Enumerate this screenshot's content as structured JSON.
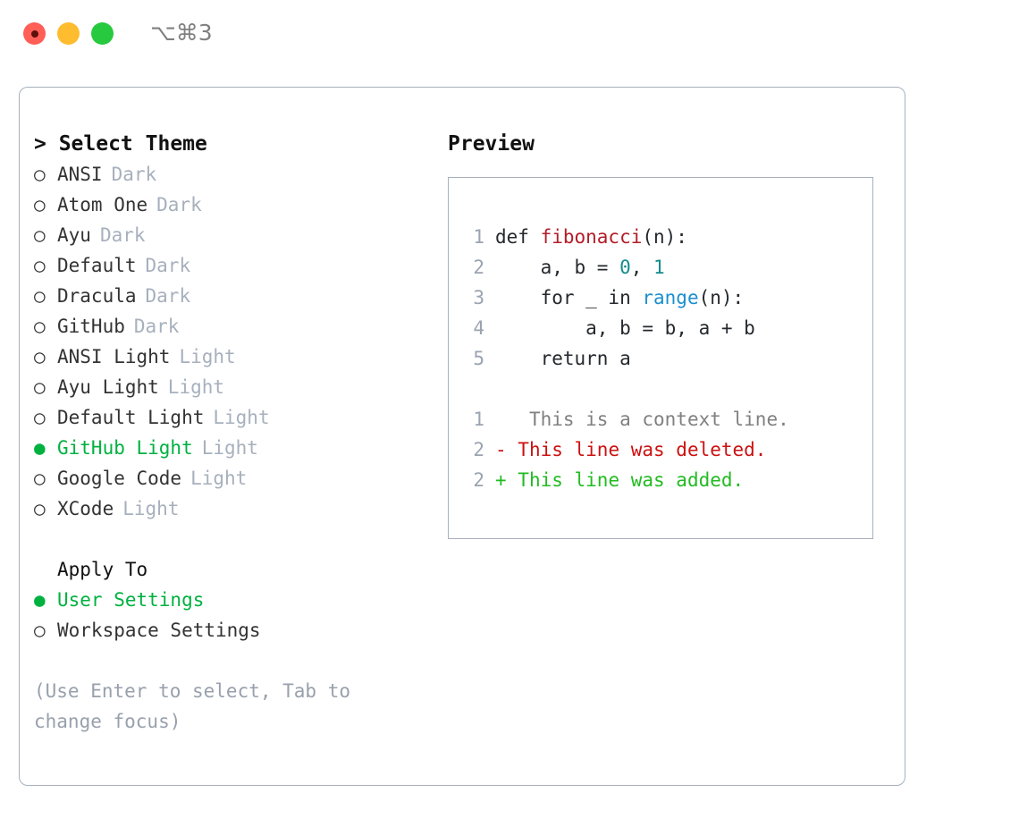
{
  "titlebar": {
    "shortcut": "⌥⌘3",
    "lights": [
      "close-red",
      "minimize-yellow",
      "maximize-green"
    ]
  },
  "theme_picker": {
    "header": "> Select Theme",
    "items": [
      {
        "marker": "○",
        "name": "ANSI",
        "tag": "Dark",
        "selected": false
      },
      {
        "marker": "○",
        "name": "Atom One",
        "tag": "Dark",
        "selected": false
      },
      {
        "marker": "○",
        "name": "Ayu",
        "tag": "Dark",
        "selected": false
      },
      {
        "marker": "○",
        "name": "Default",
        "tag": "Dark",
        "selected": false
      },
      {
        "marker": "○",
        "name": "Dracula",
        "tag": "Dark",
        "selected": false
      },
      {
        "marker": "○",
        "name": "GitHub",
        "tag": "Dark",
        "selected": false
      },
      {
        "marker": "○",
        "name": "ANSI Light",
        "tag": "Light",
        "selected": false
      },
      {
        "marker": "○",
        "name": "Ayu Light",
        "tag": "Light",
        "selected": false
      },
      {
        "marker": "○",
        "name": "Default Light",
        "tag": "Light",
        "selected": false
      },
      {
        "marker": "●",
        "name": "GitHub Light",
        "tag": "Light",
        "selected": true
      },
      {
        "marker": "○",
        "name": "Google Code",
        "tag": "Light",
        "selected": false
      },
      {
        "marker": "○",
        "name": "XCode",
        "tag": "Light",
        "selected": false
      }
    ]
  },
  "apply_to": {
    "header": "Apply To",
    "options": [
      {
        "marker": "●",
        "name": "User Settings",
        "selected": true
      },
      {
        "marker": "○",
        "name": "Workspace Settings",
        "selected": false
      }
    ]
  },
  "hint": "(Use Enter to select, Tab to change focus)",
  "preview": {
    "title": "Preview",
    "code_lines": [
      {
        "number": "1",
        "tokens": [
          {
            "text": "def ",
            "kind": "plain"
          },
          {
            "text": "fibonacci",
            "kind": "fn"
          },
          {
            "text": "(n):",
            "kind": "plain"
          }
        ]
      },
      {
        "number": "2",
        "tokens": [
          {
            "text": "    a, b = ",
            "kind": "plain"
          },
          {
            "text": "0",
            "kind": "num"
          },
          {
            "text": ", ",
            "kind": "plain"
          },
          {
            "text": "1",
            "kind": "num"
          }
        ]
      },
      {
        "number": "3",
        "tokens": [
          {
            "text": "    for _ in ",
            "kind": "plain"
          },
          {
            "text": "range",
            "kind": "call"
          },
          {
            "text": "(n):",
            "kind": "plain"
          }
        ]
      },
      {
        "number": "4",
        "tokens": [
          {
            "text": "        a, b = b, a + b",
            "kind": "plain"
          }
        ]
      },
      {
        "number": "5",
        "tokens": [
          {
            "text": "    return a",
            "kind": "plain"
          }
        ]
      }
    ],
    "diff_lines": [
      {
        "number": "1",
        "sign": " ",
        "text": "  This is a context line.",
        "kind": "ctx"
      },
      {
        "number": "2",
        "sign": "-",
        "text": " This line was deleted.",
        "kind": "del"
      },
      {
        "number": "2",
        "sign": "+",
        "text": " This line was added.",
        "kind": "add"
      }
    ]
  },
  "colors": {
    "selected_green": "#00b140",
    "muted_gray": "#a7b0bd",
    "border": "#a7b0bd",
    "function_red": "#b31d28",
    "number_teal": "#128c8c",
    "call_blue": "#1a8fd1",
    "diff_delete": "#cc1111",
    "diff_add": "#22bb22",
    "diff_context": "#808080"
  }
}
